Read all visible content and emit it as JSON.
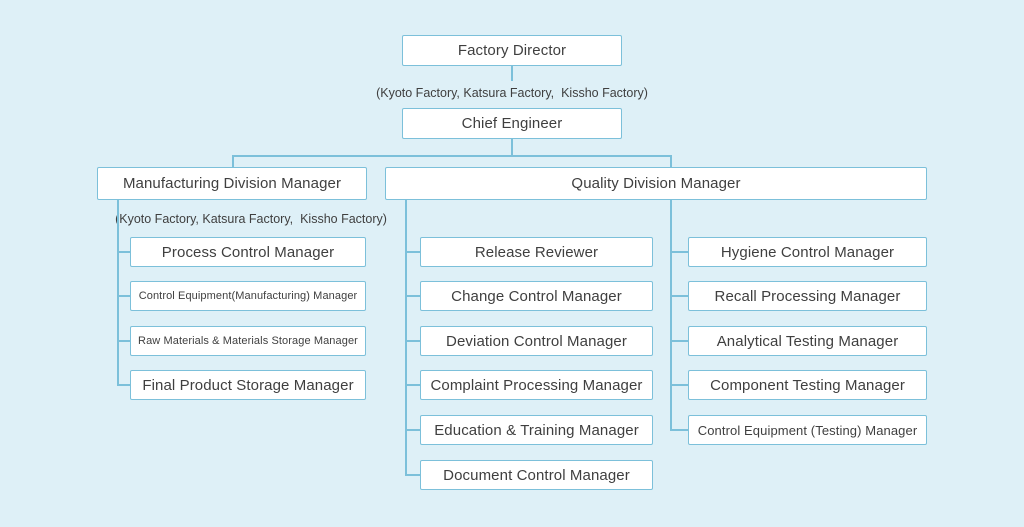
{
  "colors": {
    "background": "#def0f7",
    "line": "#7cc0da",
    "box_fill": "#ffffff",
    "text": "#3f3f3f"
  },
  "top": {
    "factory_director": "Factory Director",
    "factories_note": "(Kyoto Factory, Katsura Factory,  Kissho Factory)",
    "chief_engineer": "Chief Engineer"
  },
  "manufacturing": {
    "title": "Manufacturing Division Manager",
    "factories_note": "(Kyoto Factory, Katsura Factory,  Kissho Factory)",
    "managers": [
      "Process Control Manager",
      "Control Equipment(Manufacturing) Manager",
      "Raw Materials & Materials Storage Manager",
      "Final Product Storage Manager"
    ]
  },
  "quality": {
    "title": "Quality Division Manager",
    "column1": [
      "Release Reviewer",
      "Change Control Manager",
      "Deviation Control Manager",
      "Complaint Processing Manager",
      "Education & Training Manager",
      "Document Control Manager"
    ],
    "column2": [
      "Hygiene Control Manager",
      "Recall Processing Manager",
      "Analytical Testing Manager",
      "Component Testing Manager",
      "Control Equipment (Testing) Manager"
    ]
  }
}
